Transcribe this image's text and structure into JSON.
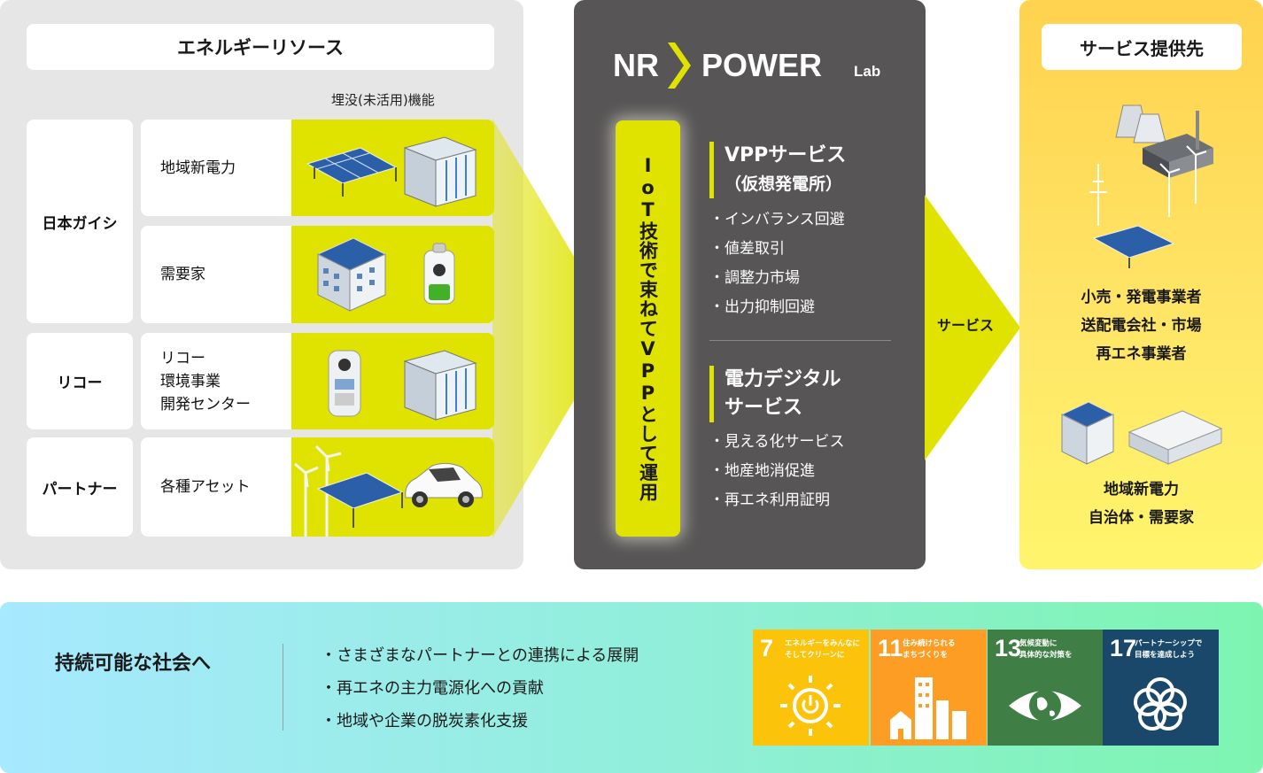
{
  "left": {
    "title": "エネルギーリソース",
    "unused_label": "埋没(未活用)機能",
    "orgs": [
      {
        "label": "日本ガイシ"
      },
      {
        "label": "リコー"
      },
      {
        "label": "パートナー"
      }
    ],
    "resources": [
      {
        "label": "地域新電力"
      },
      {
        "label": "需要家"
      },
      {
        "label": "リコー\n環境事業\n開発センター"
      },
      {
        "label": "各種アセット"
      }
    ]
  },
  "center": {
    "logo_left": "NR",
    "logo_right": "POWER",
    "logo_small": "Lab",
    "iot_text": "IoT技術で束ねてVPPとして運用",
    "vpp": {
      "title_line1": "VPPサービス",
      "title_line2": "（仮想発電所）",
      "items": [
        "インバランス回避",
        "値差取引",
        "調整力市場",
        "出力抑制回避"
      ]
    },
    "digital": {
      "title_line1": "電力デジタル",
      "title_line2": "サービス",
      "items": [
        "見える化サービス",
        "地産地消促進",
        "再エネ利用証明"
      ]
    }
  },
  "arrow_label": "サービス",
  "right": {
    "title": "サービス提供先",
    "group1": [
      "小売・発電事業者",
      "送配電会社・市場",
      "再エネ事業者"
    ],
    "group2": [
      "地域新電力",
      "自治体・需要家"
    ]
  },
  "bottom": {
    "title": "持続可能な社会へ",
    "goals": [
      "さまざまなパートナーとの連携による展開",
      "再エネの主力電源化への貢献",
      "地域や企業の脱炭素化支援"
    ],
    "sdgs": [
      {
        "number": "7",
        "text": "エネルギーをみんなに\nそしてクリーンに",
        "color": "#fcc30b",
        "icon": "sun-power-icon"
      },
      {
        "number": "11",
        "text": "住み続けられる\nまちづくりを",
        "color": "#fd9d24",
        "icon": "city-buildings-icon"
      },
      {
        "number": "13",
        "text": "気候変動に\n具体的な対策を",
        "color": "#3f7e44",
        "icon": "eye-earth-icon"
      },
      {
        "number": "17",
        "text": "パートナーシップで\n目標を達成しよう",
        "color": "#19486a",
        "icon": "rings-flower-icon"
      }
    ]
  },
  "colors": {
    "accent_yellow": "#e0e300",
    "center_bg": "#575556",
    "left_bg": "#e6e6e6"
  }
}
